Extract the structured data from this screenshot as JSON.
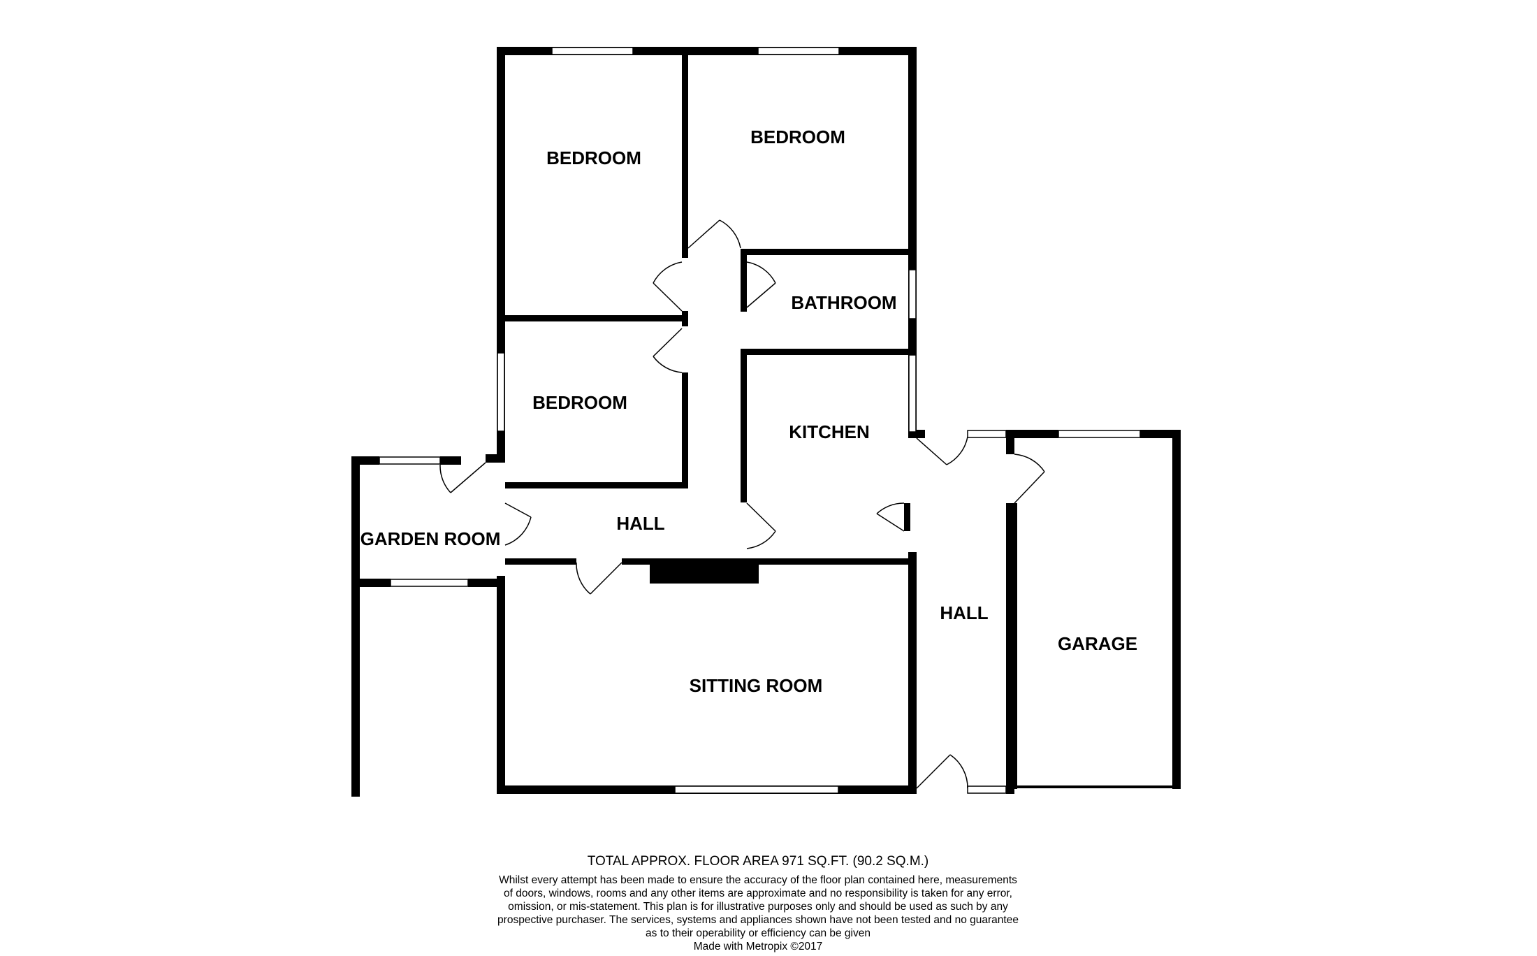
{
  "colors": {
    "wall": "#000000",
    "background": "#ffffff",
    "window": "#ffffff"
  },
  "rooms": {
    "bedroom_1": "BEDROOM",
    "bedroom_2": "BEDROOM",
    "bedroom_3": "BEDROOM",
    "bathroom": "BATHROOM",
    "kitchen": "KITCHEN",
    "hall_main": "HALL",
    "hall_side": "HALL",
    "garden_room": "GARDEN ROOM",
    "sitting_room": "SITTING ROOM",
    "garage": "GARAGE"
  },
  "footer": {
    "total_area": "TOTAL APPROX. FLOOR AREA 971 SQ.FT. (90.2 SQ.M.)",
    "disclaimer": "Whilst every attempt has been made to ensure the accuracy of the floor plan contained here, measurements\nof doors, windows, rooms and any other items are approximate and no responsibility is taken for any error,\nomission, or mis-statement. This plan is for illustrative purposes only and should be used as such by any\nprospective purchaser. The services, systems and appliances shown have not been tested and no guarantee\nas to their operability or efficiency can be given",
    "credit": "Made with Metropix ©2017"
  }
}
